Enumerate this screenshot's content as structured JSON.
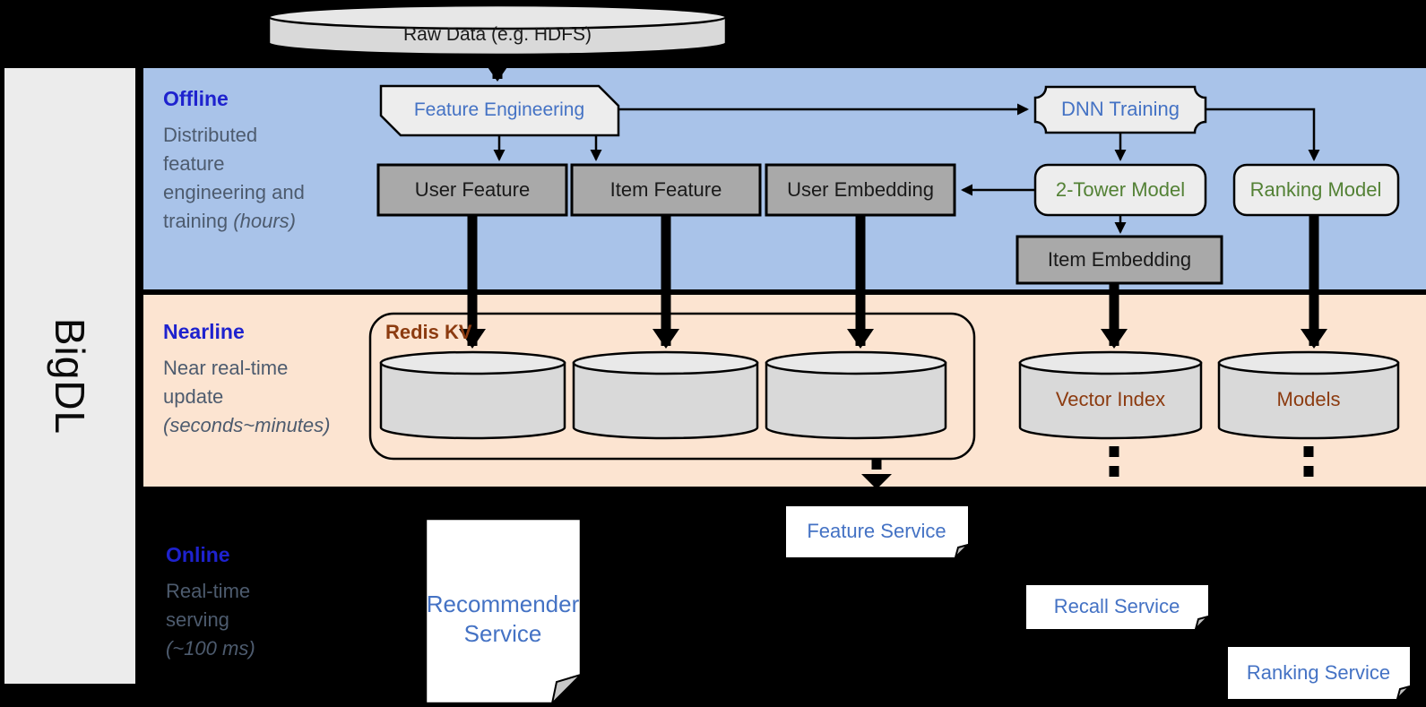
{
  "sidebar": {
    "label": "BigDL"
  },
  "palette": {
    "offline_band": "#A9C3E9",
    "nearline_band": "#FCE4D1",
    "online_band": "#000000",
    "section_title_blue": "#1E22CE",
    "section_desc_gray": "#4D5B6E",
    "node_text_blue": "#4472C4",
    "node_text_green": "#538135",
    "node_text_brown": "#8C3B10",
    "dark_box_fill": "#A9A9A9",
    "light_box_fill": "#EDEDED",
    "cylinder_fill": "#D9D9D9"
  },
  "pipeline": {
    "raw_data": "Raw Data (e.g. HDFS)",
    "feature_engineering": "Feature Engineering",
    "dnn_training": "DNN Training",
    "user_feature": "User Feature",
    "item_feature": "Item Feature",
    "user_embedding": "User Embedding",
    "two_tower_model": "2-Tower Model",
    "ranking_model": "Ranking Model",
    "item_embedding": "Item Embedding",
    "redis_kv": "Redis KV",
    "vector_index": "Vector Index",
    "models": "Models",
    "recommender_service_line1": "Recommender",
    "recommender_service_line2": "Service",
    "feature_service": "Feature Service",
    "recall_service": "Recall Service",
    "ranking_service": "Ranking Service"
  },
  "sections": {
    "offline": {
      "title": "Offline",
      "desc_lines": [
        "Distributed",
        "feature",
        "engineering and"
      ],
      "last_plain": "training ",
      "last_italic": "(hours)"
    },
    "nearline": {
      "title": "Nearline",
      "desc_lines": [
        "Near real-time",
        "update"
      ],
      "last_plain": "",
      "last_italic": "(seconds~minutes)"
    },
    "online": {
      "title": "Online",
      "desc_lines": [
        "Real-time",
        "serving"
      ],
      "last_plain": "",
      "last_italic": "(~100 ms)"
    }
  }
}
